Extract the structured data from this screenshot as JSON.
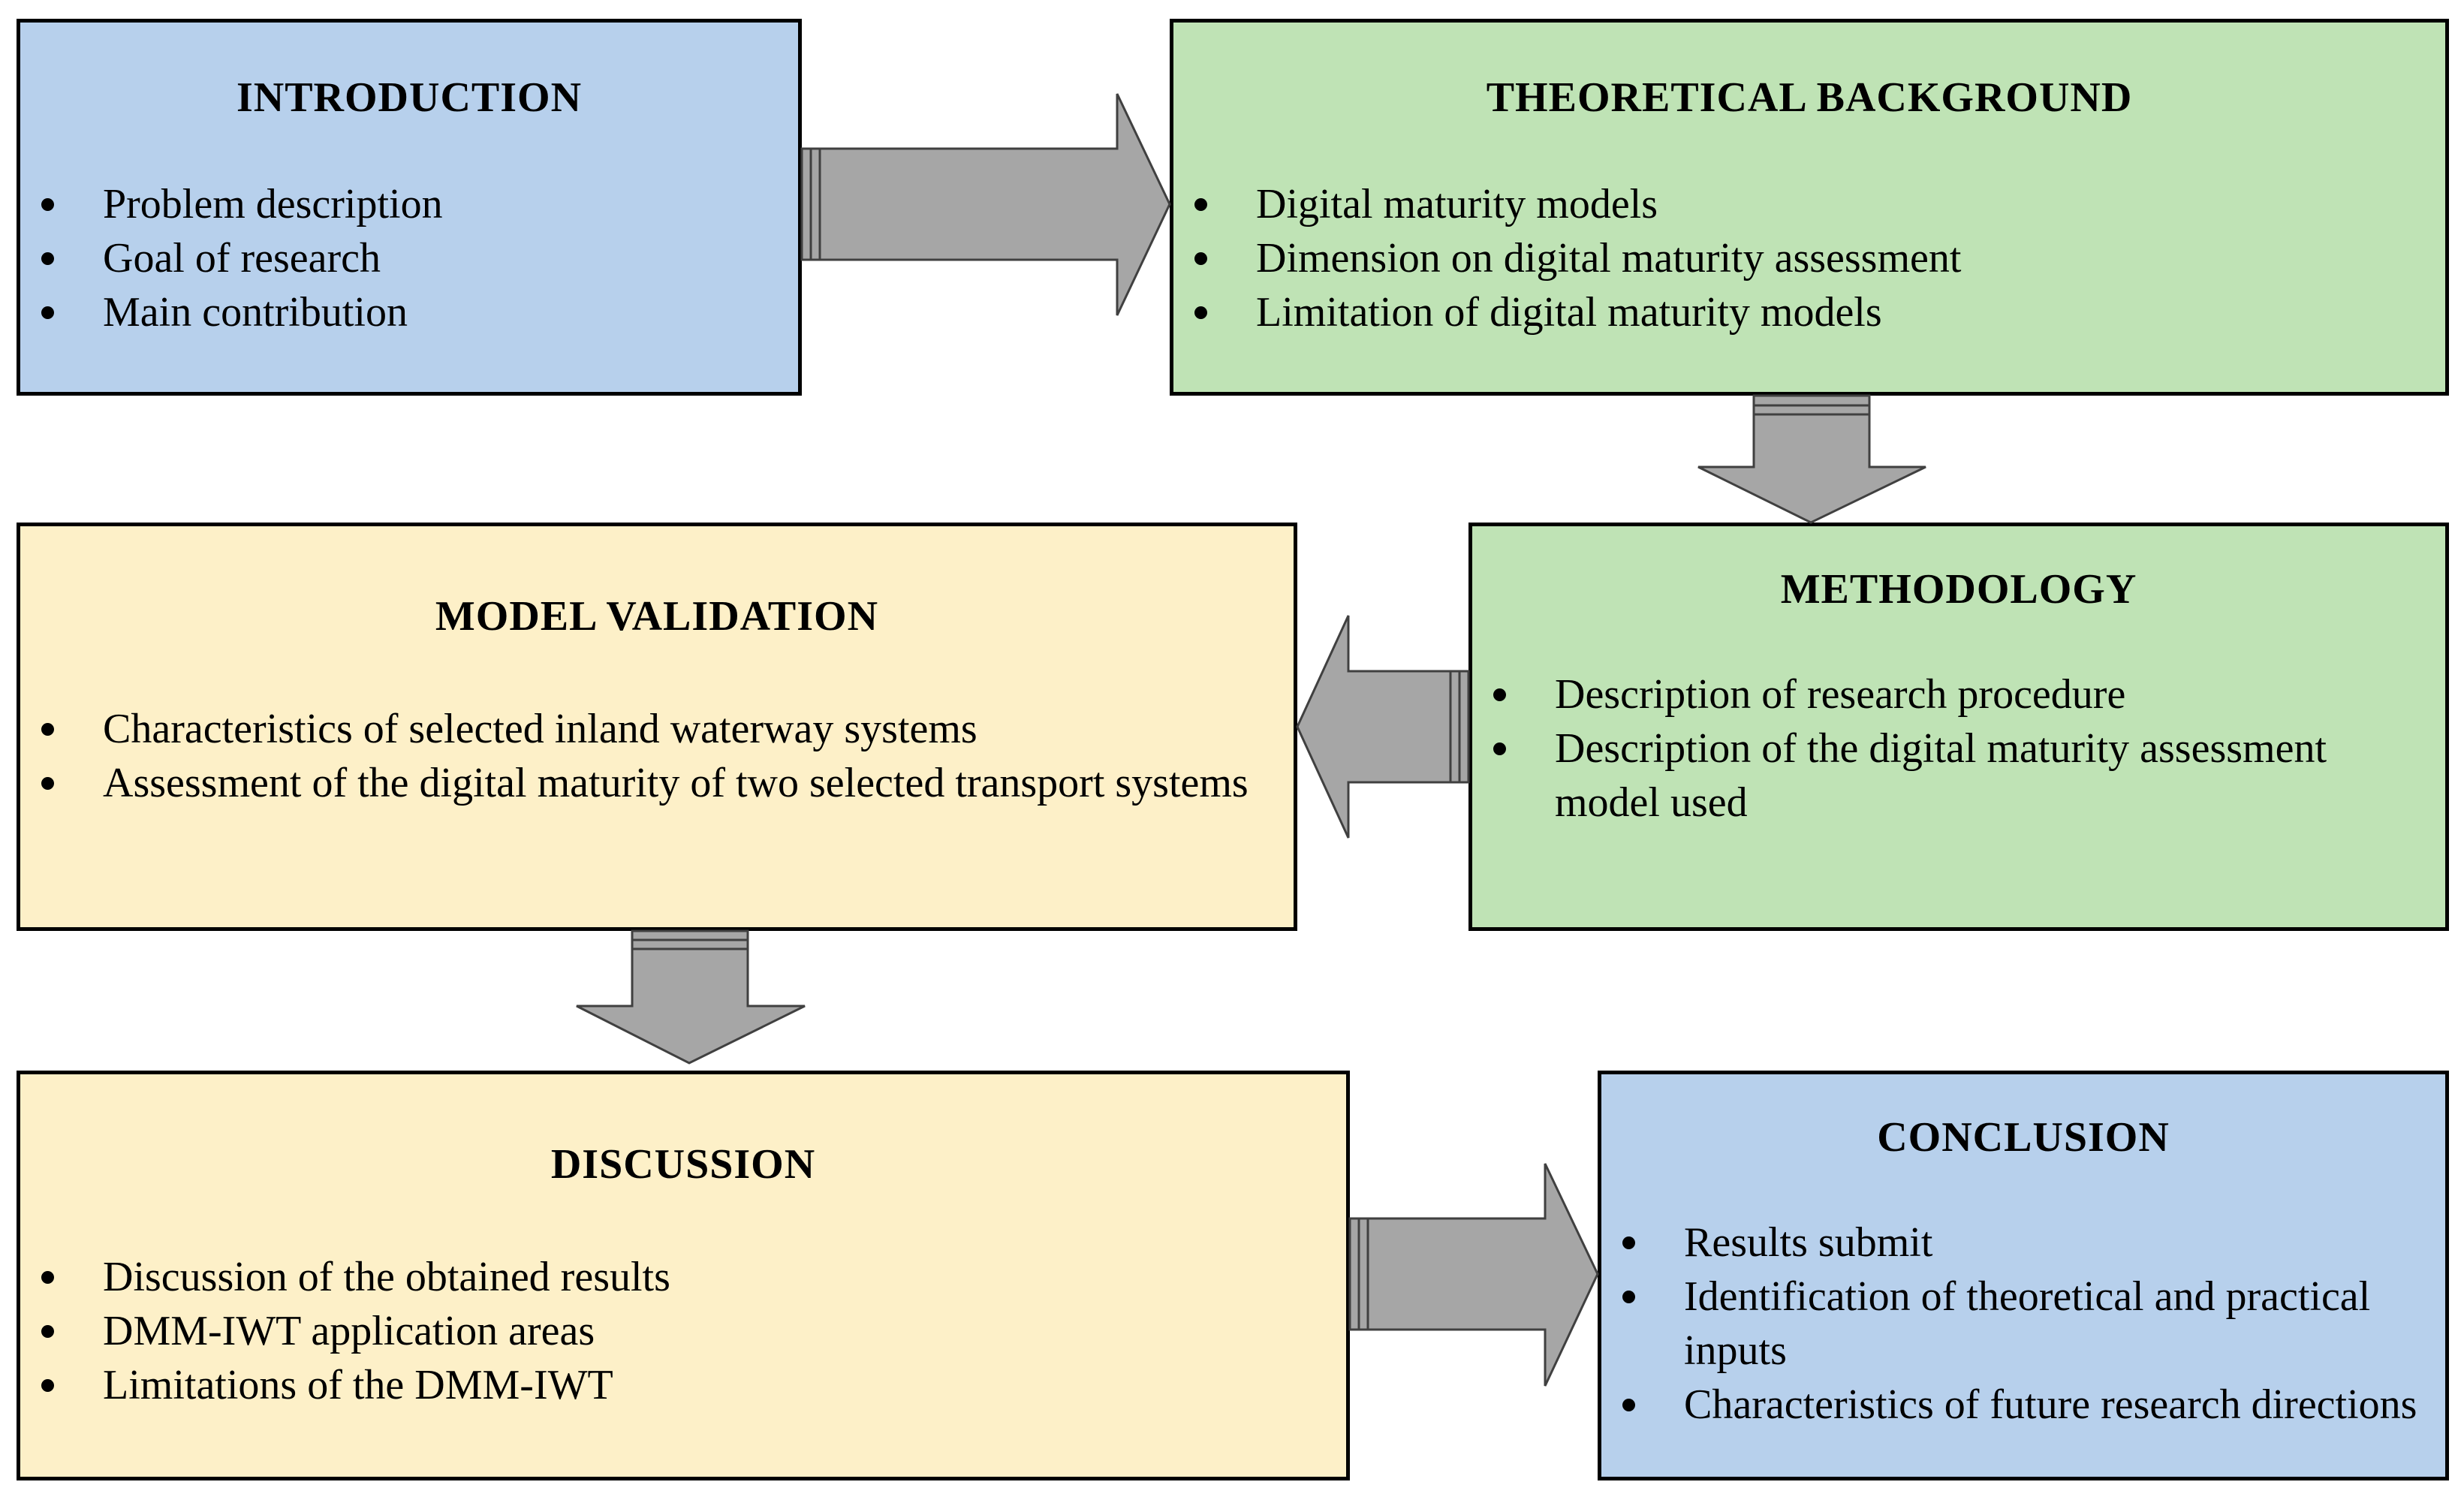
{
  "boxes": {
    "introduction": {
      "title": "INTRODUCTION",
      "items": [
        "Problem description",
        "Goal of research",
        "Main contribution"
      ]
    },
    "theoretical": {
      "title": "THEORETICAL BACKGROUND",
      "items": [
        "Digital maturity models",
        "Dimension on digital maturity assessment",
        "Limitation of digital maturity models"
      ]
    },
    "methodology": {
      "title": "METHODOLOGY",
      "items": [
        "Description of research procedure",
        "Description of the digital maturity assessment model used"
      ]
    },
    "validation": {
      "title": "MODEL VALIDATION",
      "items": [
        "Characteristics of selected inland waterway systems",
        "Assessment of the digital maturity of two selected transport systems"
      ]
    },
    "discussion": {
      "title": "DISCUSSION",
      "items": [
        "Discussion of the obtained results",
        "DMM-IWT application areas",
        "Limitations of the DMM-IWT"
      ]
    },
    "conclusion": {
      "title": "CONCLUSION",
      "items": [
        "Results submit",
        "Identification of theoretical and practical inputs",
        "Characteristics of future research directions"
      ]
    }
  },
  "colors": {
    "blue_fill": "#b7d0ec",
    "green_fill": "#bfe3b5",
    "yellow_fill": "#fdf0c8",
    "arrow_fill": "#a6a6a6",
    "border": "#000000"
  }
}
